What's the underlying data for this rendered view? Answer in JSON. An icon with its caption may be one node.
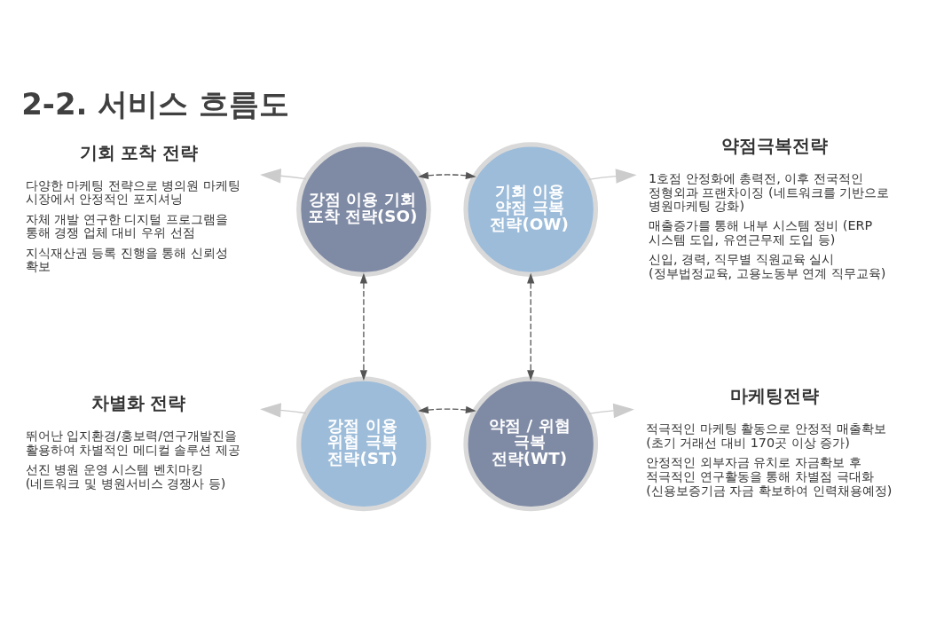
{
  "diagram": {
    "title": "2-2. 서비스 흐름도",
    "nodes": [
      {
        "text": [
          "기회 포착 전략",
          "다양한 마케팅 전략으로 병의원 마케팅 시장에서 안정적인 포지셔닝",
          "자체 개발 연구한 디지털 프로그램을 통해 경쟁 업체 대비 우위 선점",
          "지식재산권 등록 진행을 통해 신뢰성 확보"
        ]
      },
      {
        "text": [
          "강점 이용 기회 포착 전략(SO)"
        ]
      },
      {
        "text": [
          "기회 이용 약점 극복 전략(OW)"
        ]
      },
      {
        "text": [
          "약점극복전략",
          "1호점 안정화에 총력전, 이후 전국적인 정형외과 프랜차이징 (네트워크를 기반으로 병원마케팅 강화)",
          "매출증가를 통해 내부 시스템 정비 (ERP 시스템 도입, 유연근무제 도입 등)",
          "신입, 경력, 직무별 직원교육 실시 (정부법정교육, 고용노동부 연계 직무교육)"
        ]
      },
      {
        "text": [
          "차별화 전략",
          "뛰어난 입지환경/홍보력/연구개발진을 활용하여 차별적인 메디컬 솔루션 제공",
          "선진 병원 운영 시스템 벤치마킹 (네트워크 및 병원서비스 경쟁사 등)"
        ]
      },
      {
        "text": [
          "강점 이용 위협 극복 전략(ST)"
        ]
      },
      {
        "text": [
          "약점 / 위협 극복 전략(WT)"
        ]
      },
      {
        "text": [
          "마케팅전략",
          "적극적인 마케팅 활동으로 안정적 매출확보 (초기 거래선 대비 170곳 이상 증가)",
          "안정적인 외부자금 유치로 자금확보 후 적극적인 연구활동을 통해 차별점 극대화 (신용보증기금 자금 확보하여 인력채용예정)"
        ]
      }
    ],
    "edges": [
      {
        "from": 1,
        "to": 2,
        "arrow": "both",
        "style": "dashed"
      },
      {
        "from": 1,
        "to": 5,
        "arrow": "both",
        "style": "dashed"
      },
      {
        "from": 2,
        "to": 6,
        "arrow": "both",
        "style": "dashed"
      },
      {
        "from": 5,
        "to": 6,
        "arrow": "both",
        "style": "dashed"
      },
      {
        "from": 1,
        "to": 0,
        "arrow": "to",
        "color": "#cccccc"
      },
      {
        "from": 2,
        "to": 3,
        "arrow": "to",
        "color": "#cccccc"
      },
      {
        "from": 5,
        "to": 4,
        "arrow": "to",
        "color": "#cccccc"
      },
      {
        "from": 6,
        "to": 7,
        "arrow": "to",
        "color": "#cccccc"
      }
    ]
  }
}
